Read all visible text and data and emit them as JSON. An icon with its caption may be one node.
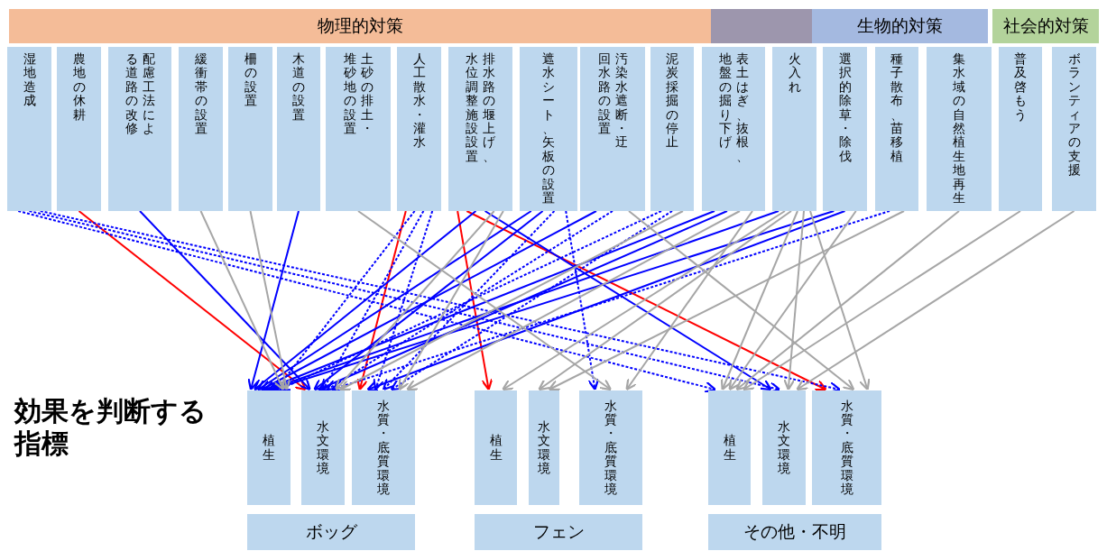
{
  "diagram": {
    "nodes": [
      {
        "text": [
          "物理的対策"
        ]
      },
      {
        "text": [],
        "shape": "bar"
      },
      {
        "text": [
          "生物的対策"
        ]
      },
      {
        "text": [
          "社会的対策"
        ]
      },
      {
        "text": [
          "湿地造成"
        ]
      },
      {
        "text": [
          "農地の休耕"
        ]
      },
      {
        "text": [
          "配慮工法による道路の改修"
        ]
      },
      {
        "text": [
          "緩衝帯の設置"
        ]
      },
      {
        "text": [
          "柵の設置"
        ]
      },
      {
        "text": [
          "木道の設置"
        ]
      },
      {
        "text": [
          "土砂の排土・堆砂地の設置"
        ]
      },
      {
        "text": [
          "人工散水・灌水"
        ]
      },
      {
        "text": [
          "排水路の堰上げ、水位調整施設設置"
        ]
      },
      {
        "text": [
          "遮水シート、矢板の設置"
        ]
      },
      {
        "text": [
          "汚染水遮断・迂回水路の設置"
        ]
      },
      {
        "text": [
          "泥炭採掘の停止"
        ]
      },
      {
        "text": [
          "表土はぎ、抜根、地盤の掘り下げ"
        ]
      },
      {
        "text": [
          "火入れ"
        ]
      },
      {
        "text": [
          "選択的除草・除伐"
        ]
      },
      {
        "text": [
          "種子散布、苗移植"
        ]
      },
      {
        "text": [
          "集水域の自然植生地再生"
        ]
      },
      {
        "text": [
          "普及啓もう"
        ]
      },
      {
        "text": [
          "ボランティアの支援"
        ]
      },
      {
        "text": [
          "植生"
        ]
      },
      {
        "text": [
          "水文環境"
        ]
      },
      {
        "text": [
          "水質・底質環境"
        ]
      },
      {
        "text": [
          "植生"
        ]
      },
      {
        "text": [
          "水文環境"
        ]
      },
      {
        "text": [
          "水質・底質環境"
        ]
      },
      {
        "text": [
          "植生"
        ]
      },
      {
        "text": [
          "水文環境"
        ]
      },
      {
        "text": [
          "水質・底質環境"
        ]
      },
      {
        "text": [
          "ボッグ"
        ]
      },
      {
        "text": [
          "フェン"
        ]
      },
      {
        "text": [
          "その他・不明"
        ]
      }
    ],
    "edges": [
      {
        "from": 5,
        "to": 24,
        "arrow": "to",
        "color": "#ff0000"
      },
      {
        "from": 11,
        "to": 25,
        "arrow": "to",
        "color": "#ff0000"
      },
      {
        "from": 12,
        "to": 26,
        "arrow": "to",
        "color": "#ff0000"
      },
      {
        "from": 12,
        "to": 31,
        "arrow": "to",
        "color": "#ff0000"
      },
      {
        "from": 6,
        "to": 24,
        "arrow": "to",
        "color": "#0000ff"
      },
      {
        "from": 9,
        "to": 23,
        "arrow": "to",
        "color": "#0000ff"
      },
      {
        "from": 12,
        "to": 23,
        "arrow": "to",
        "color": "#0000ff"
      },
      {
        "from": 12,
        "to": 30,
        "arrow": "to",
        "color": "#0000ff"
      },
      {
        "from": 13,
        "to": 23,
        "arrow": "to",
        "color": "#0000ff"
      },
      {
        "from": 13,
        "to": 24,
        "arrow": "to",
        "color": "#0000ff"
      },
      {
        "from": 14,
        "to": 23,
        "arrow": "to",
        "color": "#0000ff"
      },
      {
        "from": 16,
        "to": 23,
        "arrow": "to",
        "color": "#0000ff"
      },
      {
        "from": 16,
        "to": 24,
        "arrow": "to",
        "color": "#0000ff"
      },
      {
        "from": 17,
        "to": 23,
        "arrow": "to",
        "color": "#0000ff"
      },
      {
        "from": 18,
        "to": 23,
        "arrow": "to",
        "color": "#0000ff"
      },
      {
        "from": 18,
        "to": 25,
        "arrow": "to",
        "color": "#0000ff"
      },
      {
        "from": 4,
        "to": 29,
        "arrow": "to",
        "style": "dashed",
        "color": "#0000ff"
      },
      {
        "from": 4,
        "to": 30,
        "arrow": "to",
        "style": "dashed",
        "color": "#0000ff"
      },
      {
        "from": 4,
        "to": 31,
        "arrow": "to",
        "style": "dashed",
        "color": "#0000ff"
      },
      {
        "from": 11,
        "to": 23,
        "arrow": "to",
        "style": "dashed",
        "color": "#0000ff"
      },
      {
        "from": 11,
        "to": 24,
        "arrow": "to",
        "style": "dashed",
        "color": "#0000ff"
      },
      {
        "from": 11,
        "to": 25,
        "arrow": "to",
        "style": "dashed",
        "color": "#0000ff"
      },
      {
        "from": 13,
        "to": 25,
        "arrow": "to",
        "style": "dashed",
        "color": "#0000ff"
      },
      {
        "from": 13,
        "to": 28,
        "arrow": "to",
        "style": "dashed",
        "color": "#0000ff"
      },
      {
        "from": 14,
        "to": 24,
        "arrow": "to",
        "style": "dashed",
        "color": "#0000ff"
      },
      {
        "from": 15,
        "to": 23,
        "arrow": "to",
        "style": "dashed",
        "color": "#0000ff"
      },
      {
        "from": 15,
        "to": 25,
        "arrow": "to",
        "style": "dashed",
        "color": "#0000ff"
      },
      {
        "from": 19,
        "to": 24,
        "arrow": "to",
        "style": "dashed",
        "color": "#0000ff"
      },
      {
        "from": 7,
        "to": 23,
        "arrow": "to",
        "color": "#a6a6a6"
      },
      {
        "from": 8,
        "to": 23,
        "arrow": "to",
        "color": "#a6a6a6"
      },
      {
        "from": 10,
        "to": 28,
        "arrow": "to",
        "color": "#a6a6a6"
      },
      {
        "from": 12,
        "to": 24,
        "arrow": "to",
        "color": "#a6a6a6"
      },
      {
        "from": 12,
        "to": 25,
        "arrow": "to",
        "color": "#a6a6a6"
      },
      {
        "from": 14,
        "to": 31,
        "arrow": "to",
        "color": "#a6a6a6"
      },
      {
        "from": 15,
        "to": 24,
        "arrow": "to",
        "color": "#a6a6a6"
      },
      {
        "from": 16,
        "to": 25,
        "arrow": "to",
        "color": "#a6a6a6"
      },
      {
        "from": 16,
        "to": 28,
        "arrow": "to",
        "color": "#a6a6a6"
      },
      {
        "from": 17,
        "to": 26,
        "arrow": "to",
        "color": "#a6a6a6"
      },
      {
        "from": 17,
        "to": 27,
        "arrow": "to",
        "color": "#a6a6a6"
      },
      {
        "from": 17,
        "to": 29,
        "arrow": "to",
        "color": "#a6a6a6"
      },
      {
        "from": 17,
        "to": 30,
        "arrow": "to",
        "color": "#a6a6a6"
      },
      {
        "from": 17,
        "to": 31,
        "arrow": "to",
        "color": "#a6a6a6"
      },
      {
        "from": 18,
        "to": 29,
        "arrow": "to",
        "color": "#a6a6a6"
      },
      {
        "from": 19,
        "to": 27,
        "arrow": "to",
        "color": "#a6a6a6"
      },
      {
        "from": 20,
        "to": 29,
        "arrow": "to",
        "color": "#a6a6a6"
      },
      {
        "from": 21,
        "to": 29,
        "arrow": "to",
        "color": "#a6a6a6"
      },
      {
        "from": 22,
        "to": 30,
        "arrow": "to",
        "color": "#a6a6a6"
      }
    ],
    "labels": [
      "効果を判断する指標"
    ]
  }
}
